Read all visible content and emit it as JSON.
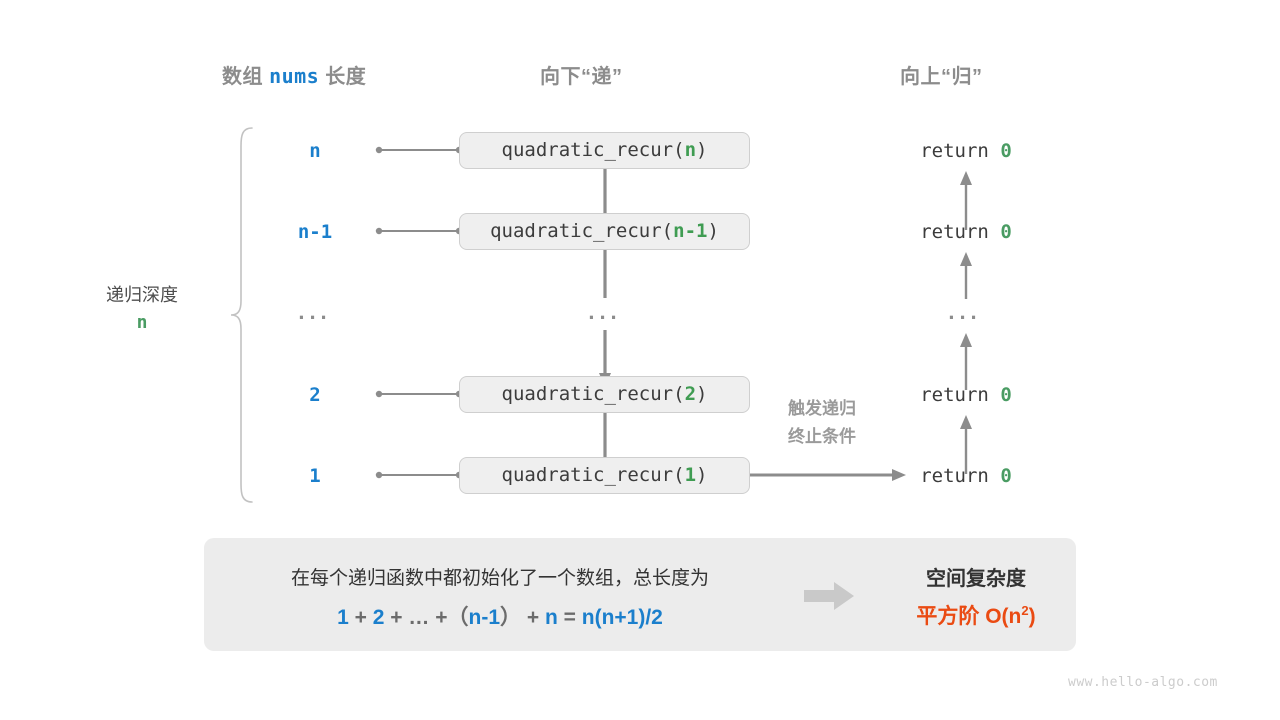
{
  "headers": {
    "left_prefix": "数组",
    "left_code": "nums",
    "left_suffix": "长度",
    "middle": "向下“递”",
    "right": "向上“归”"
  },
  "depth": {
    "label": "递归深度",
    "value": "n"
  },
  "rows": [
    {
      "index": "n",
      "call": "quadratic_recur(",
      "arg": "n",
      "call_close": ")",
      "ret_text": "return ",
      "ret_value": "0"
    },
    {
      "index": "n-1",
      "call": "quadratic_recur(",
      "arg": "n-1",
      "call_close": ")",
      "ret_text": "return ",
      "ret_value": "0"
    },
    {
      "index": "...",
      "call": "...",
      "arg": "",
      "call_close": "",
      "ret_text": "...",
      "ret_value": ""
    },
    {
      "index": "2",
      "call": "quadratic_recur(",
      "arg": "2",
      "call_close": ")",
      "ret_text": "return ",
      "ret_value": "0"
    },
    {
      "index": "1",
      "call": "quadratic_recur(",
      "arg": "1",
      "call_close": ")",
      "ret_text": "return ",
      "ret_value": "0"
    }
  ],
  "trigger_note": {
    "line1": "触发递归",
    "line2": "终止条件"
  },
  "summary": {
    "description": "在每个递归函数中都初始化了一个数组，总长度为",
    "formula": {
      "t1": "1",
      "o1": "+",
      "t2": "2",
      "o2": "+",
      "t3": "…",
      "o3": "+",
      "p_open": "（",
      "t4": "n-1",
      "p_close": "）",
      "o4": "+",
      "t5": "n",
      "eq": "=",
      "t6": "n(n+1)/2"
    },
    "complexity_title": "空间复杂度",
    "complexity_value_prefix": "平方阶  O(n",
    "complexity_value_exp": "2",
    "complexity_value_suffix": ")"
  },
  "watermark": "www.hello-algo.com",
  "colors": {
    "blue": "#1b7fcc",
    "green": "#4a9c63",
    "orange": "#ea4b13",
    "gray": "#8c8c8c",
    "panel": "#ececec",
    "box": "#efefef"
  }
}
